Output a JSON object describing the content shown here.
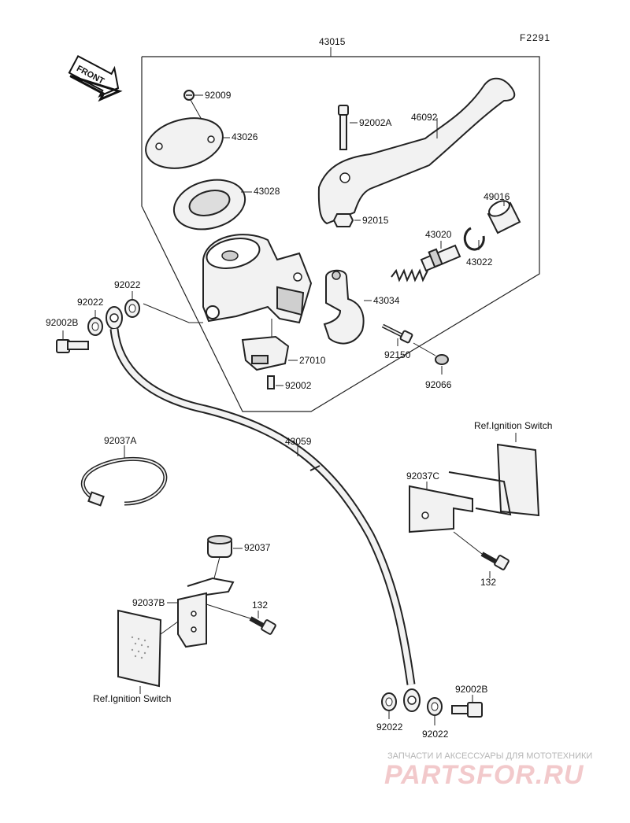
{
  "diagram_code": "F2291",
  "front_label": "FRONT",
  "labels": {
    "p43015": "43015",
    "p92009": "92009",
    "p43026": "43026",
    "p43028": "43028",
    "p92002A": "92002A",
    "p46092": "46092",
    "p92015": "92015",
    "p49016": "49016",
    "p43020": "43020",
    "p43022": "43022",
    "p43034": "43034",
    "p92150": "92150",
    "p92066": "92066",
    "p27010": "27010",
    "p92002": "92002",
    "p92022_a": "92022",
    "p92022_b": "92022",
    "p92002B_a": "92002B",
    "p92037A": "92037A",
    "p43059": "43059",
    "p92037C": "92037C",
    "p132_a": "132",
    "p92037": "92037",
    "p92037B": "92037B",
    "p132_b": "132",
    "p92022_c": "92022",
    "p92022_d": "92022",
    "p92002B_b": "92002B"
  },
  "refs": {
    "ignition_top": "Ref.Ignition Switch",
    "ignition_bottom": "Ref.Ignition Switch"
  },
  "watermark": {
    "tagline": "ЗАПЧАСТИ И АКСЕССУАРЫ ДЛЯ МОТОТЕХНИКИ",
    "brand": "PARTSFOR.RU"
  }
}
